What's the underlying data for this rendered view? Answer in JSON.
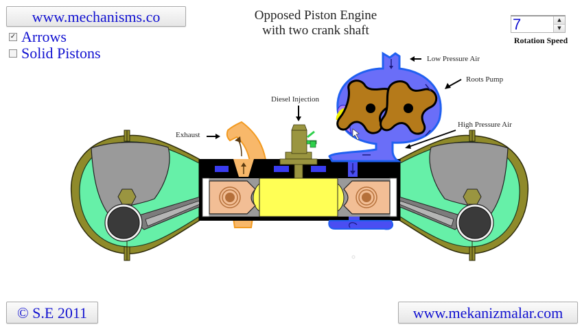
{
  "header": {
    "title_line1": "Opposed Piston Engine",
    "title_line2": "with two crank shaft"
  },
  "links": {
    "mechanisms_button": "www.mechanisms.co",
    "copyright_button": "© S.E 2011",
    "mekanizmalar_button": "www.mekanizmalar.com"
  },
  "options": {
    "arrows": {
      "label": "Arrows",
      "checked": true
    },
    "solid_pistons": {
      "label": "Solid Pistons",
      "checked": false
    }
  },
  "rotation_speed": {
    "value": "7",
    "label": "Rotation Speed",
    "up_glyph": "▲",
    "down_glyph": "▼"
  },
  "diagram_labels": {
    "low_pressure_air": "Low Pressure Air",
    "roots_pump": "Roots Pump",
    "high_pressure_air": "High Pressure Air",
    "diesel_injection": "Diesel Injection",
    "exhaust": "Exhaust"
  },
  "colors": {
    "link_text": "#1010d0",
    "crankcase_fill": "#66f0a8",
    "crankcase_rim": "#8f8a2a",
    "crank_web": "#9a9a9a",
    "piston": "#f2be95",
    "combustion_chamber": "#ffff55",
    "air_blue": "#5a5ef5",
    "pump_rotor": "#b57a1a",
    "exhaust_orange": "#f8b86a",
    "injector": "#9a9540"
  }
}
